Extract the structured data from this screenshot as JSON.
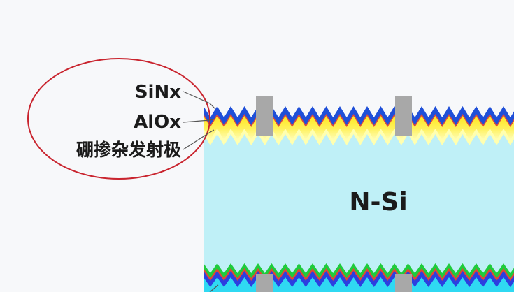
{
  "labels": {
    "sinx": "SiNx",
    "alox": "AlOx",
    "emitter": "硼掺杂发射极",
    "substrate": "N-Si"
  },
  "colors": {
    "background": "#f7f8fa",
    "substrate": "#bff0f7",
    "sinx_top": "#1f4fd8",
    "alox_top": "#d94a40",
    "emitter_top": "#ffec1e",
    "emitter_glow": "#ffffa8",
    "contact": "#a8a8a8",
    "highlight_ellipse": "#c9242e",
    "leader_line": "#555555",
    "rear_green": "#1fcb3c",
    "rear_red": "#e04636",
    "rear_blue": "#2c3fe0",
    "rear_cyan": "#2fd9f2",
    "label_text": "#1b1b1b"
  }
}
